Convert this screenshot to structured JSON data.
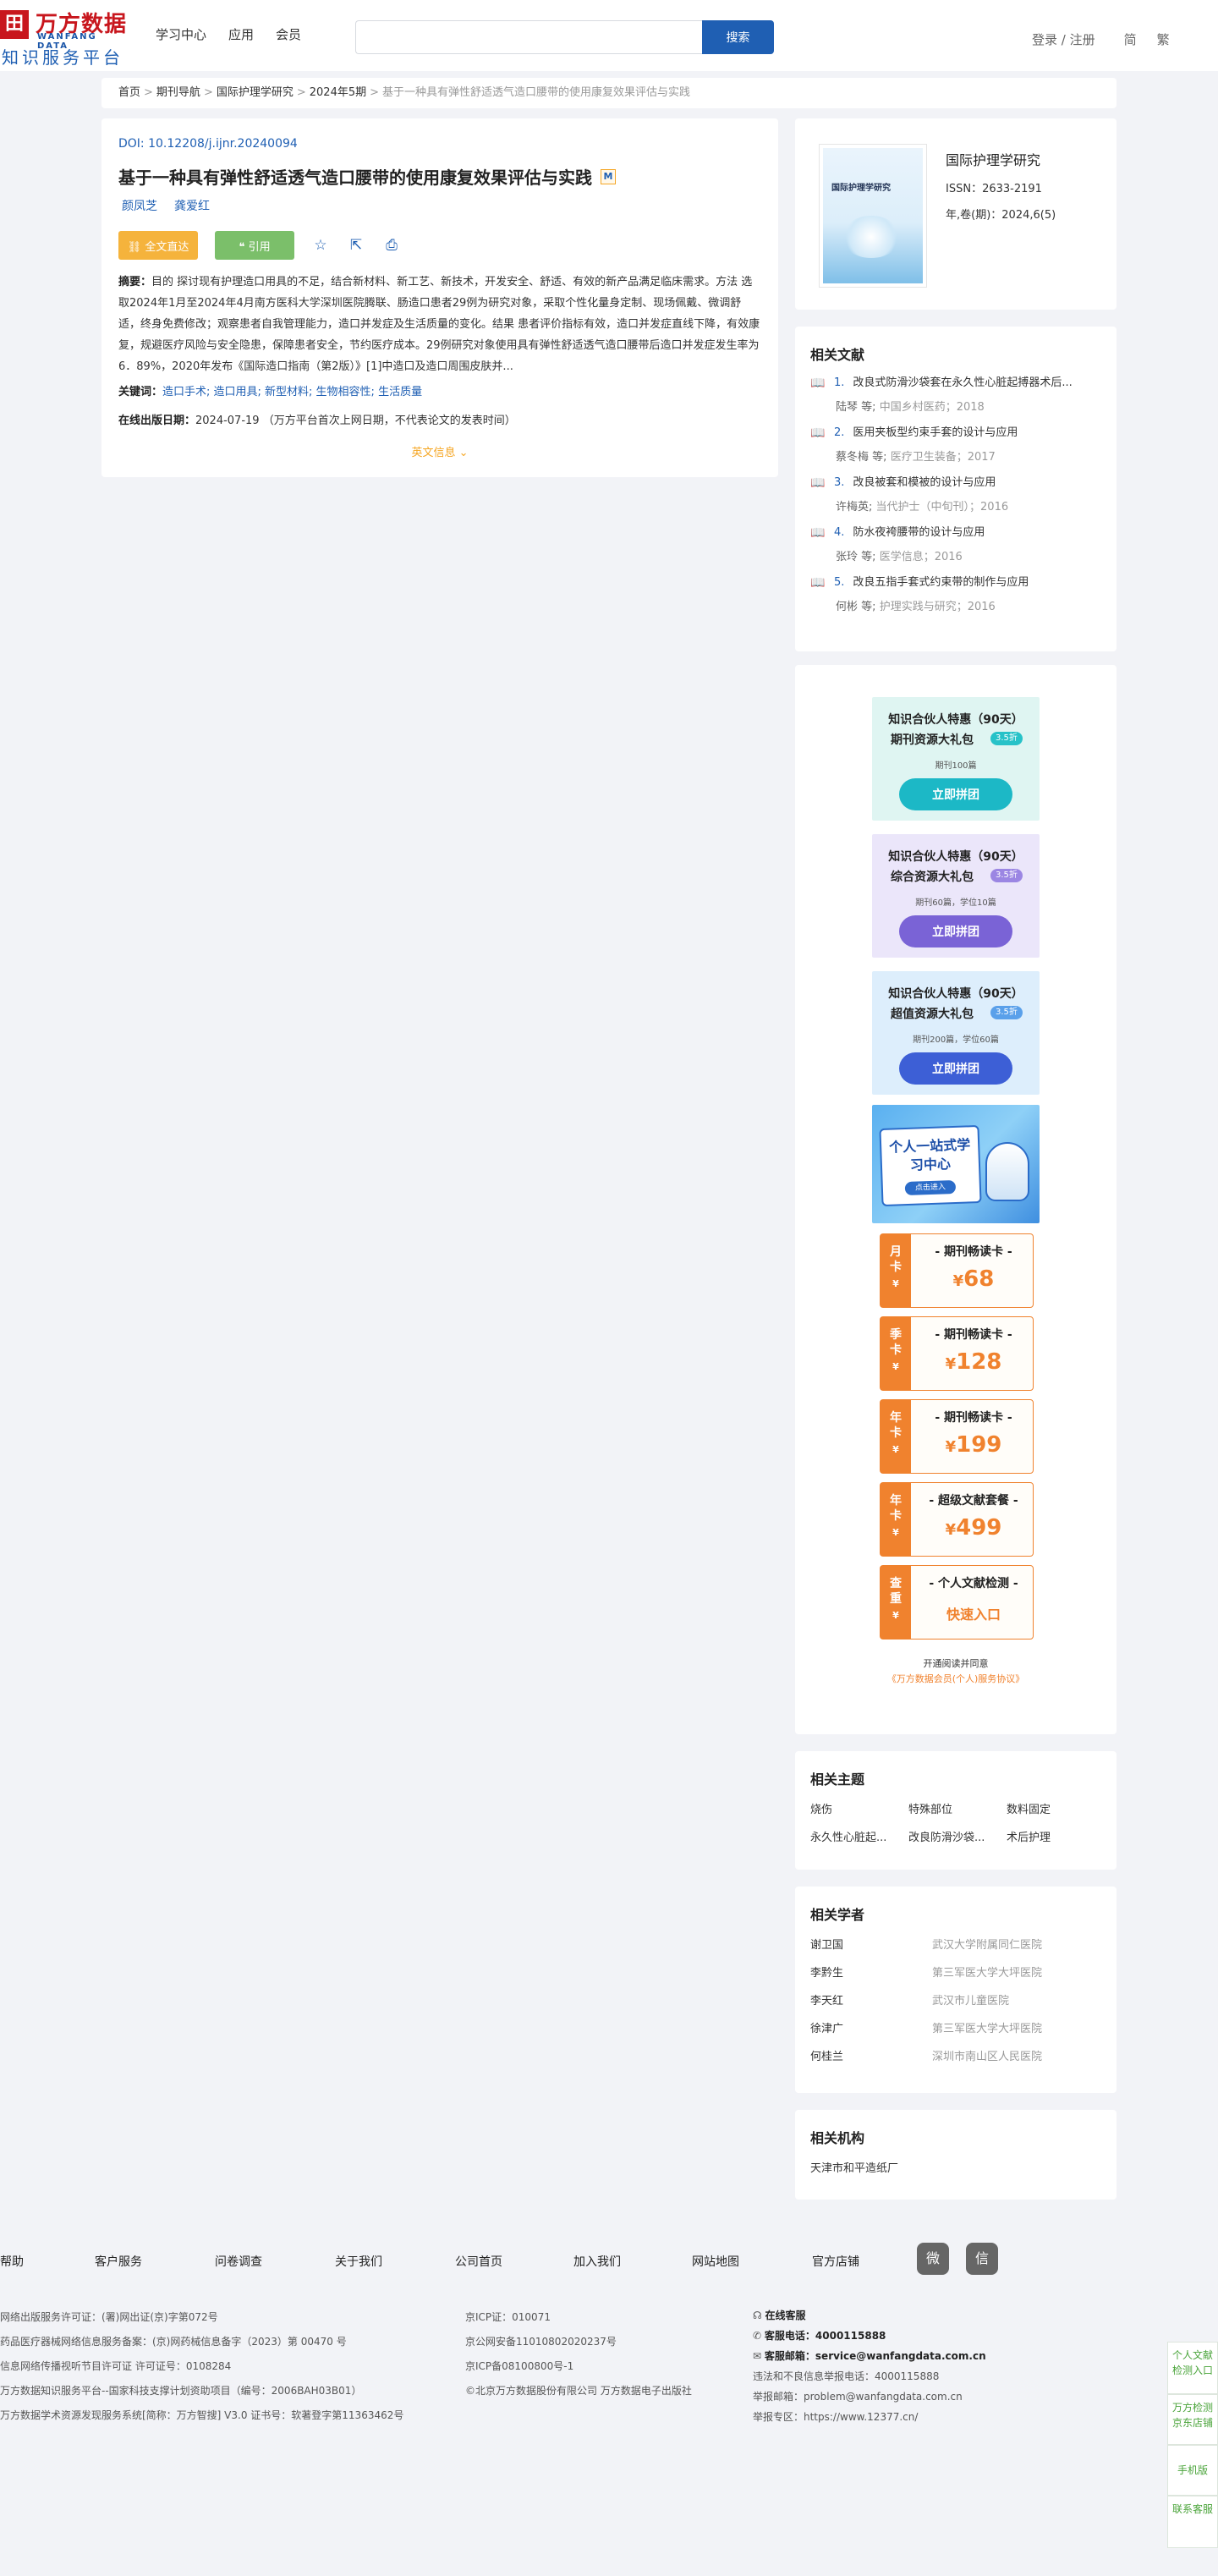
{
  "header": {
    "logo_cn": "万方数据",
    "logo_en": "WANFANG DATA",
    "logo_sub": "知识服务平台",
    "nav": [
      "学习中心",
      "应用",
      "会员"
    ],
    "search_button": "搜索",
    "search_placeholder": "",
    "login": "登录 / 注册",
    "lang_simplified": "简",
    "lang_traditional": "繁"
  },
  "breadcrumb": [
    "首页",
    "期刊导航",
    "国际护理学研究",
    "2024年5期",
    "基于一种具有弹性舒适透气造口腰带的使用康复效果评估与实践"
  ],
  "article": {
    "doi_label": "DOI:",
    "doi": "10.12208/j.ijnr.20240094",
    "title": "基于一种具有弹性舒适透气造口腰带的使用康复效果评估与实践",
    "badge": "M",
    "authors": [
      "颜凤芝",
      "龚爱红"
    ],
    "full_text_button": "全文直达",
    "cite_button": "引用",
    "abstract_label": "摘要：",
    "abstract": "目的 探讨现有护理造口用具的不足，结合新材料、新工艺、新技术，开发安全、舒适、有效的新产品满足临床需求。方法 选取2024年1月至2024年4月南方医科大学深圳医院腾联、肠造口患者29例为研究对象，采取个性化量身定制、现场佩戴、微调舒适，终身免费修改；观察患者自我管理能力，造口并发症及生活质量的变化。结果 患者评价指标有效，造口并发症直线下降，有效康复，规避医疗风险与安全隐患，保障患者安全，节约医疗成本。29例研究对象使用具有弹性舒适透气造口腰带后造口并发症发生率为6．89%，2020年发布《国际造口指南（第2版）》[1]中造口及造口周围皮肤并...",
    "keywords_label": "关键词：",
    "keywords": "造口手术; 造口用具; 新型材料; 生物相容性; 生活质量",
    "pubdate_label": "在线出版日期：",
    "pubdate": "2024-07-19",
    "pubdate_note": "（万方平台首次上网日期，不代表论文的发表时间）",
    "english_info": "英文信息"
  },
  "journal": {
    "cover_title": "国际护理学研究",
    "name": "国际护理学研究",
    "issn": "ISSN：2633-2191",
    "volume": "年,卷(期)：2024,6(5)"
  },
  "related_refs": {
    "title": "相关文献",
    "items": [
      {
        "n": "1.",
        "title": "改良式防滑沙袋套在永久性心脏起搏器术后...",
        "authors": "陆琴",
        "etal": "等;",
        "source": "中国乡村医药；2018"
      },
      {
        "n": "2.",
        "title": "医用夹板型约束手套的设计与应用",
        "authors": "蔡冬梅",
        "etal": "等;",
        "source": "医疗卫生装备；2017"
      },
      {
        "n": "3.",
        "title": "改良被套和模被的设计与应用",
        "authors": "许梅英;",
        "etal": "",
        "source": "当代护士（中旬刊）；2016"
      },
      {
        "n": "4.",
        "title": "防水夜袴腰带的设计与应用",
        "authors": "张玲",
        "etal": "等;",
        "source": "医学信息；2016"
      },
      {
        "n": "5.",
        "title": "改良五指手套式约束带的制作与应用",
        "authors": "何彬",
        "etal": "等;",
        "source": "护理实践与研究；2016"
      }
    ]
  },
  "promo": {
    "packages": [
      {
        "line1": "知识合伙人特惠（90天）",
        "line2": "期刊资源大礼包",
        "badge": "3.5折",
        "sub": "期刊100篇",
        "button": "立即拼团",
        "bg": "#dff5f2",
        "btn": "#1cb8c6",
        "badge_color": "#27c2c8"
      },
      {
        "line1": "知识合伙人特惠（90天）",
        "line2": "综合资源大礼包",
        "badge": "3.5折",
        "sub": "期刊60篇，学位10篇",
        "button": "立即拼团",
        "bg": "#ebe6fa",
        "btn": "#7a63d6",
        "badge_color": "#9b86e3"
      },
      {
        "line1": "知识合伙人特惠（90天）",
        "line2": "超值资源大礼包",
        "badge": "3.5折",
        "sub": "期刊200篇，学位60篇",
        "button": "立即拼团",
        "bg": "#ddeefc",
        "btn": "#3d5fd6",
        "badge_color": "#5aa0ea"
      }
    ],
    "banner_text": "个人一站式学习中心",
    "banner_button": "点击进入",
    "cards": [
      {
        "tag": "月卡",
        "name": "- 期刊畅读卡 -",
        "price": "68"
      },
      {
        "tag": "季卡",
        "name": "- 期刊畅读卡 -",
        "price": "128"
      },
      {
        "tag": "年卡",
        "name": "- 期刊畅读卡 -",
        "price": "199"
      },
      {
        "tag": "年卡",
        "name": "- 超级文献套餐 -",
        "price": "499"
      },
      {
        "tag": "查重",
        "name": "- 个人文献检测 -",
        "entry": "快速入口"
      }
    ],
    "currency": "¥",
    "agree_line1": "开通阅读并同意",
    "agree_line2": "《万方数据会员(个人)服务协议》"
  },
  "topics": {
    "title": "相关主题",
    "items": [
      "烧伤",
      "特殊部位",
      "数料固定",
      "永久性心脏起...",
      "改良防滑沙袋...",
      "术后护理"
    ]
  },
  "scholars": {
    "title": "相关学者",
    "items": [
      {
        "name": "谢卫国",
        "org": "武汉大学附属同仁医院"
      },
      {
        "name": "李黔生",
        "org": "第三军医大学大坪医院"
      },
      {
        "name": "李天红",
        "org": "武汉市儿童医院"
      },
      {
        "name": "徐津广",
        "org": "第三军医大学大坪医院"
      },
      {
        "name": "何桂兰",
        "org": "深圳市南山区人民医院"
      }
    ]
  },
  "orgs": {
    "title": "相关机构",
    "items": [
      "天津市和平造纸厂"
    ]
  },
  "footer": {
    "links": [
      "帮助",
      "客户服务",
      "问卷调查",
      "关于我们",
      "公司首页",
      "加入我们",
      "网站地图",
      "官方店铺"
    ],
    "col1": [
      "网络出版服务许可证：(署)网出证(京)字第072号",
      "药品医疗器械网络信息服务备案：(京)网药械信息备字（2023）第 00470 号",
      "信息网络传播视听节目许可证 许可证号：0108284",
      "万方数据知识服务平台--国家科技支撑计划资助项目（编号：2006BAH03B01）",
      "万方数据学术资源发现服务系统[简称：万方智搜] V3.0 证书号：软著登字第11363462号"
    ],
    "col2": [
      "京ICP证：010071",
      "京公网安备11010802020237号",
      "京ICP备08100800号-1",
      "©北京万方数据股份有限公司 万方数据电子出版社"
    ],
    "online_service": "在线客服",
    "phone_label": "客服电话：",
    "phone": "4000115888",
    "email_label": "客服邮箱：",
    "email": "service@wanfangdata.com.cn",
    "report_phone": "违法和不良信息举报电话：4000115888",
    "report_email": "举报邮箱：problem@wanfangdata.com.cn",
    "report_site": "举报专区：https://www.12377.cn/"
  },
  "floating": [
    "个人文献检测入口",
    "万方检测京东店铺",
    "手机版",
    "联系客服"
  ]
}
